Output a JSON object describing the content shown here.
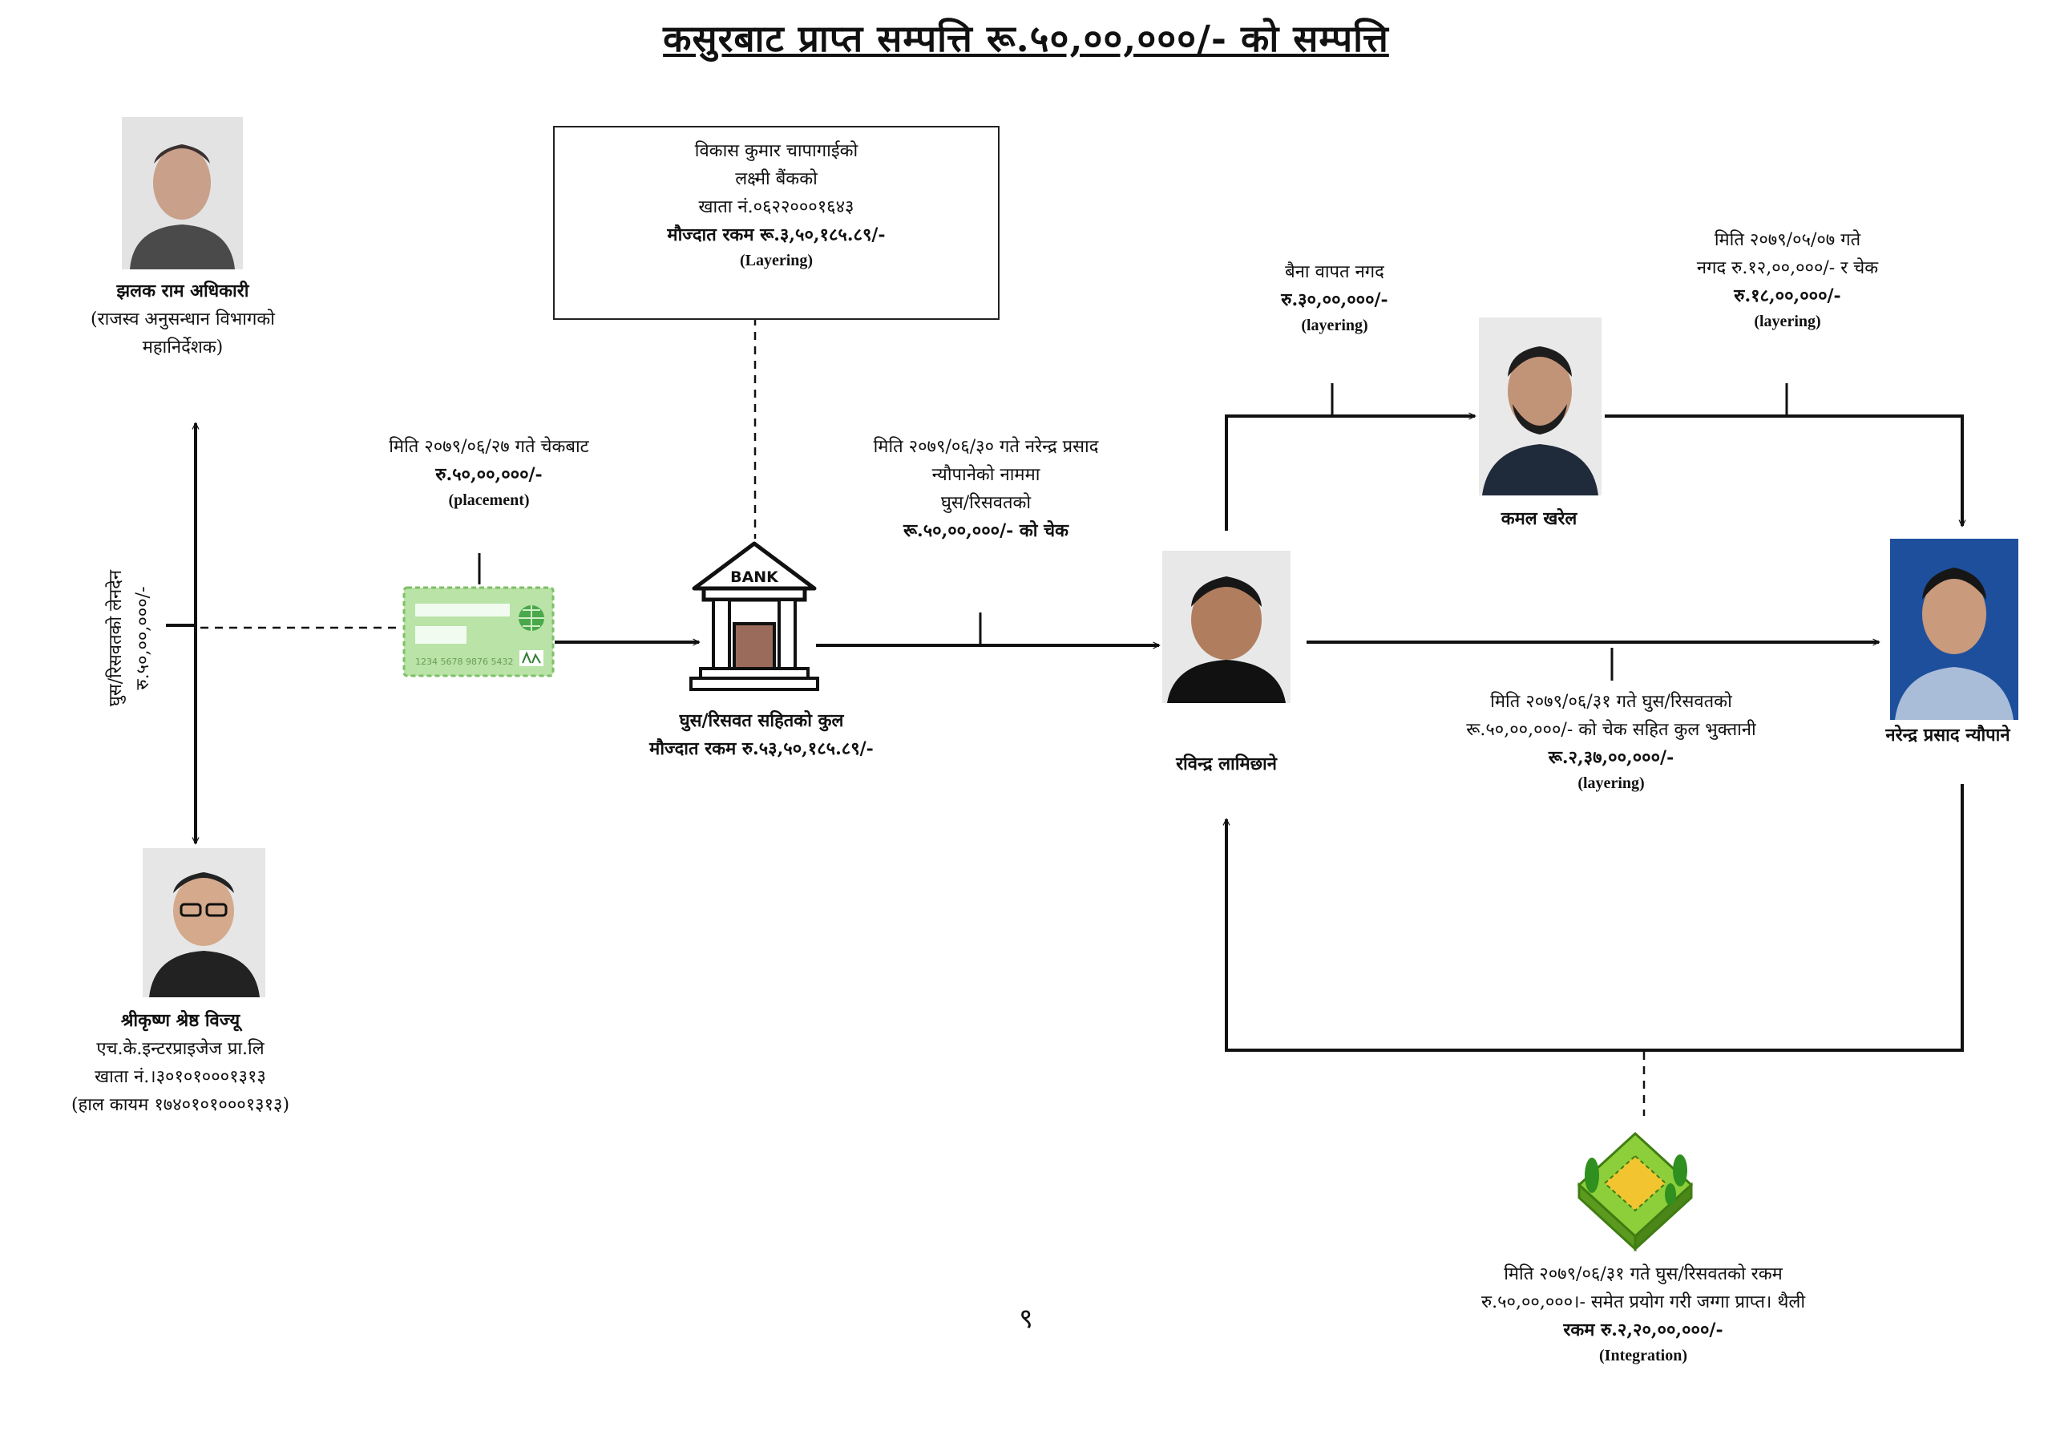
{
  "title": "कसुरबाट प्राप्त सम्पत्ति रू.५०,००,०००/- को सम्पत्ति",
  "people": {
    "jhalak": {
      "name": "झलक राम अधिकारी",
      "line1": "(राजस्व अनुसन्धान विभागको",
      "line2": "महानिर्देशक)"
    },
    "shreekrishna": {
      "name": "श्रीकृष्ण श्रेष्ठ विज्यू",
      "line1": "एच.के.इन्टरप्राइजेज प्रा.लि",
      "line2": "खाता नं.।३०१०१०००१३१३",
      "line3": "(हाल कायम १७४०१०१०००१३१३)"
    },
    "rabindra": {
      "name": "रविन्द्र लामिछाने"
    },
    "kamal": {
      "name": "कमल खरेल"
    },
    "narendra": {
      "name": "नरेन्द्र प्रसाद न्यौपाने"
    }
  },
  "bank_box": {
    "line1": "विकास कुमार चापागाईको",
    "line2": "लक्ष्मी बैंकको",
    "line3": "खाता नं.०६२२०००१६४३",
    "line4": "मौज्दात रकम रू.३,५०,१८५.८९/-",
    "tag": "(Layering)"
  },
  "left_transaction": {
    "line1": "घुस/रिसवतको लेनदेन",
    "line2": "रु.५०,००,०००/-"
  },
  "placement": {
    "line1": "मिति २०७९/०६/२७ गते चेकबाट",
    "line2": "रु.५०,००,०००/-",
    "tag": "(placement)"
  },
  "bank_total": {
    "line1": "घुस/रिसवत सहितको कुल",
    "line2": "मौज्दात रकम रु.५३,५०,१८५.८९/-",
    "bank_label": "BANK"
  },
  "check_transfer": {
    "line1": "मिति २०७९/०६/३० गते नरेन्द्र प्रसाद",
    "line2": "न्यौपानेको नाममा",
    "line3": "घुस/रिसवतको",
    "line4": "रू.५०,००,०००/- को चेक"
  },
  "advance_cash": {
    "line1": "बैना वापत नगद",
    "line2": "रु.३०,००,०००/-",
    "tag": "(layering)"
  },
  "kamal_to_narendra": {
    "line1": "मिति २०७९/०५/०७ गते",
    "line2": "नगद रु.१२,००,०००/- र चेक",
    "line3": "रु.१८,००,०००/-",
    "tag": "(layering)"
  },
  "total_payment": {
    "line1": "मिति २०७९/०६/३१ गते घुस/रिसवतको",
    "line2": "रू.५०,००,०००/-  को चेक सहित कुल भुक्तानी",
    "line3": "रू.२,३७,००,०००/-",
    "tag": "(layering)"
  },
  "integration": {
    "line1": "मिति २०७९/०६/३१ गते घुस/रिसवतको रकम",
    "line2": "रु.५०,००,०००।- समेत प्रयोग गरी जग्गा प्राप्त।  थैली",
    "line3": "रकम रु.२,२०,००,०००/-",
    "tag": "(Integration)"
  },
  "card": {
    "number": "1234 5678 9876 5432"
  },
  "page_number": "९"
}
